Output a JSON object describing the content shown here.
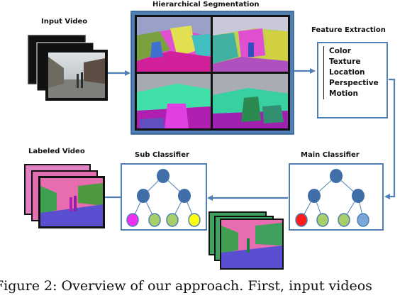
{
  "labels": {
    "input_video": "Input Video",
    "hierarchical_segmentation": "Hierarchical Segmentation",
    "feature_extraction": "Feature Extraction",
    "labeled_video": "Labeled Video",
    "sub_classifier": "Sub Classifier",
    "main_classifier": "Main Classifier"
  },
  "features": [
    "Color",
    "Texture",
    "Location",
    "Perspective",
    "Motion"
  ],
  "caption": "Figure 2: Overview of our approach. First, input videos",
  "colors": {
    "arrow": "#4f7fb5",
    "node_dark": "#3f6ea8",
    "main_leaves": [
      "#ff1a1a",
      "#a6cf6a",
      "#a6cf6a",
      "#7aa7d6"
    ],
    "sub_leaves": [
      "#f030f0",
      "#a6cf6a",
      "#a6cf6a",
      "#ffff10"
    ]
  }
}
